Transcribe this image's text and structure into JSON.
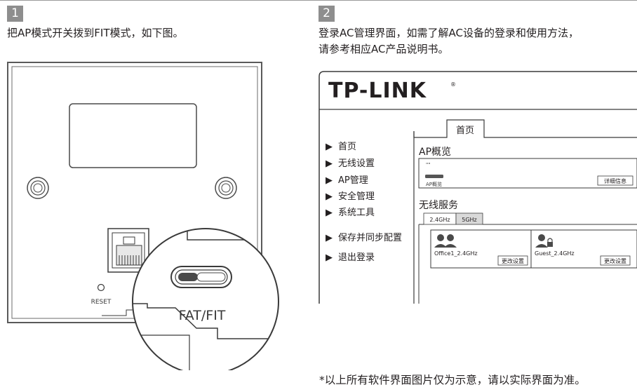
{
  "step1": {
    "number": "1",
    "text": "把AP模式开关拨到FIT模式，如下图。",
    "reset_label": "RESET",
    "switch_label": "FAT/FIT"
  },
  "step2": {
    "number": "2",
    "text_line1": "登录AC管理界面，如需了解AC设备的登录和使用方法，",
    "text_line2": "请参考相应AC产品说明书。"
  },
  "browser": {
    "logo": "TP-LINK",
    "logo_mark": "®",
    "tab": "首页",
    "menu": [
      "首页",
      "无线设置",
      "AP管理",
      "安全管理",
      "系统工具",
      "保存并同步配置",
      "退出登录"
    ],
    "ap_overview_title": "AP概览",
    "ap_overview_small": "\"\"",
    "ap_overview_caption": "AP概览",
    "details_button": "详细信息",
    "wireless_title": "无线服务",
    "band_tabs": [
      "2.4GHz",
      "5GHz"
    ],
    "ssid_cards": [
      {
        "name": "Office1_2.4GHz",
        "button": "更改设置"
      },
      {
        "name": "Guest_2.4GHz",
        "button": "更改设置"
      }
    ]
  },
  "footnote": "*以上所有软件界面图片仅为示意，请以实际界面为准。"
}
